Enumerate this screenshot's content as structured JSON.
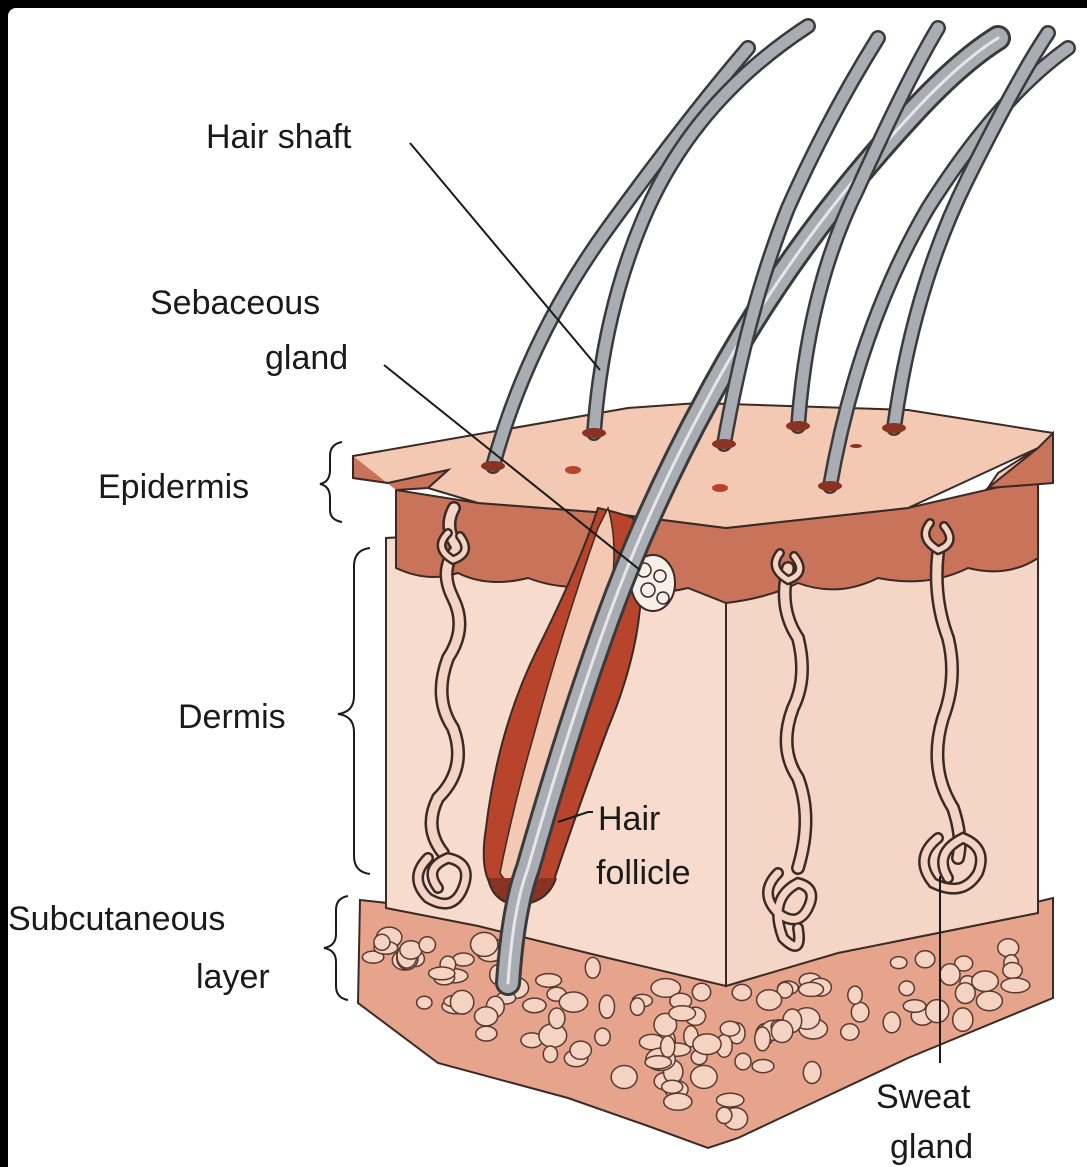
{
  "labels": {
    "hair_shaft": "Hair shaft",
    "sebaceous_line1": "Sebaceous",
    "sebaceous_line2": "gland",
    "epidermis": "Epidermis",
    "dermis": "Dermis",
    "hair_follicle_line1": "Hair",
    "hair_follicle_line2": "follicle",
    "subcutaneous_line1": "Subcutaneous",
    "subcutaneous_line2": "layer",
    "sweat_line1": "Sweat",
    "sweat_line2": "gland"
  },
  "colors": {
    "epidermis_top": "#f3c9b4",
    "epidermis_edge": "#c9735a",
    "dermis": "#f7dccd",
    "subcutaneous": "#e6a48c",
    "fat_lobule": "#f5d3c2",
    "follicle": "#b8442c",
    "hair": "#a9adb3",
    "hair_edge": "#4a4a4a"
  }
}
